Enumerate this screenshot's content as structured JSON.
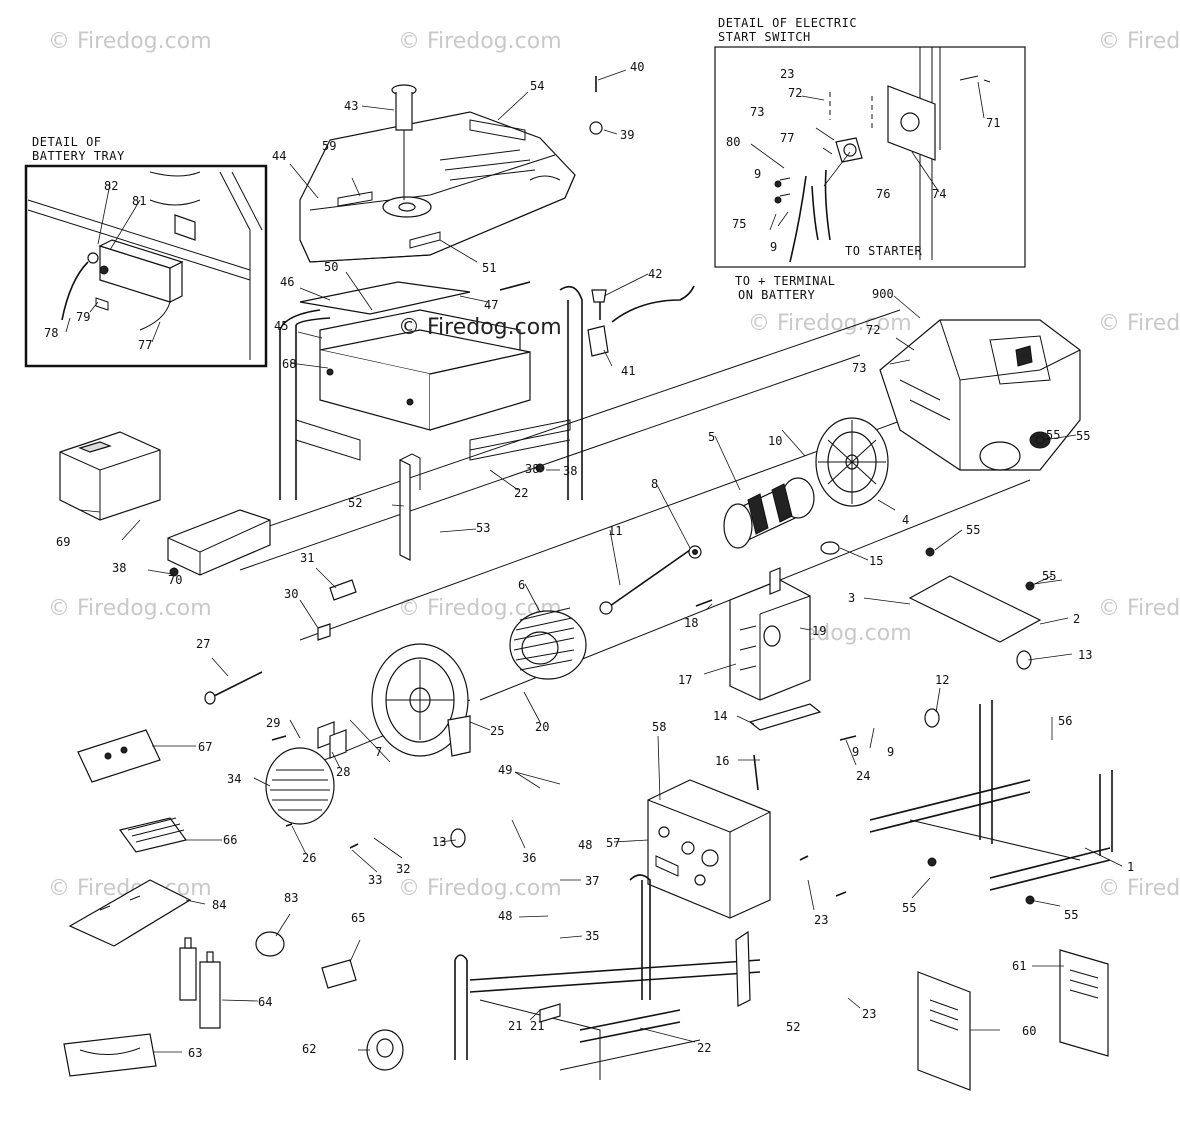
{
  "watermark": {
    "text": "© Firedog.com",
    "center_text": "© Firedog.com"
  },
  "captions": {
    "battery_tray": [
      "DETAIL OF",
      "BATTERY TRAY"
    ],
    "start_switch": [
      "DETAIL OF ELECTRIC",
      "START SWITCH"
    ],
    "to_starter": "TO STARTER",
    "to_terminal": [
      "TO + TERMINAL",
      "ON BATTERY"
    ]
  },
  "part_labels": [
    "1",
    "2",
    "3",
    "4",
    "5",
    "6",
    "7",
    "8",
    "9",
    "10",
    "11",
    "12",
    "13",
    "14",
    "15",
    "16",
    "17",
    "18",
    "19",
    "20",
    "21",
    "22",
    "23",
    "24",
    "25",
    "26",
    "27",
    "28",
    "29",
    "30",
    "31",
    "32",
    "33",
    "34",
    "35",
    "36",
    "37",
    "38",
    "40",
    "39",
    "41",
    "42",
    "43",
    "44",
    "45",
    "46",
    "47",
    "48",
    "49",
    "50",
    "51",
    "52",
    "53",
    "54",
    "55",
    "56",
    "57",
    "58",
    "59",
    "60",
    "61",
    "62",
    "63",
    "64",
    "65",
    "66",
    "67",
    "68",
    "69",
    "70",
    "71",
    "72",
    "73",
    "74",
    "75",
    "76",
    "77",
    "78",
    "79",
    "80",
    "81",
    "82",
    "83",
    "84",
    "900"
  ]
}
